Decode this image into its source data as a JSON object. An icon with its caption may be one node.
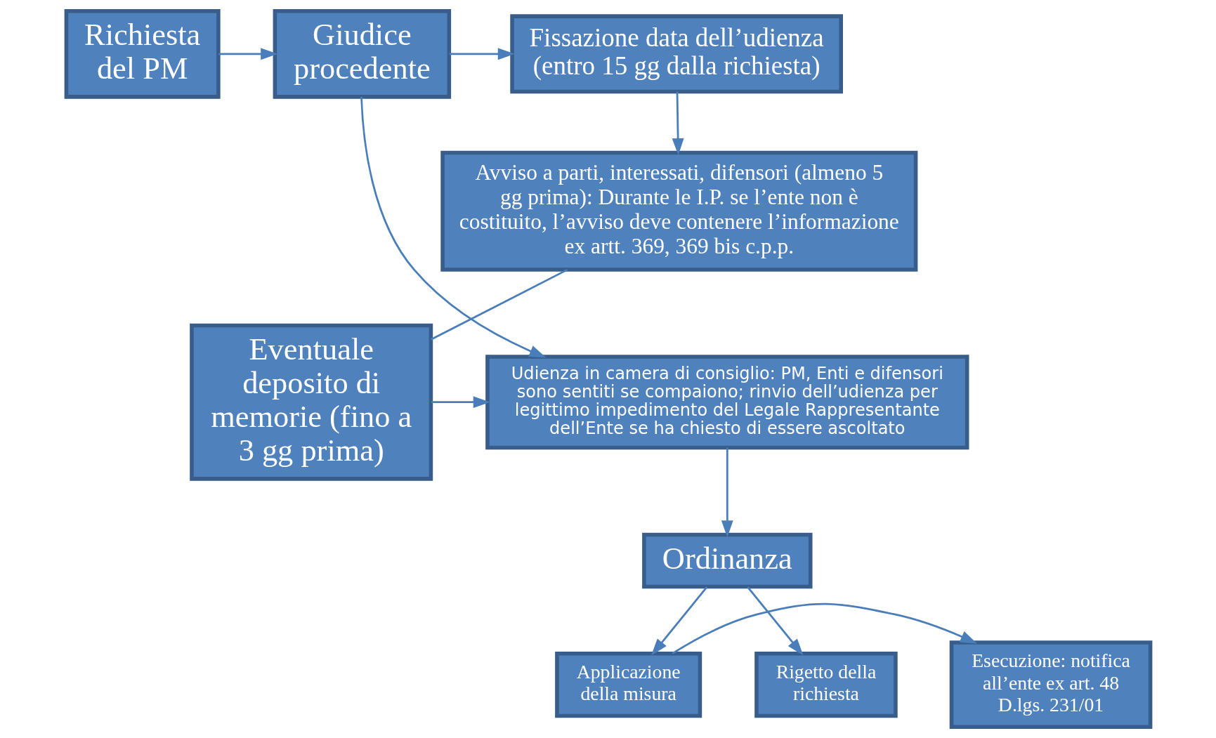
{
  "diagram": {
    "nodes": [
      {
        "text": [
          "Richiesta del PM"
        ]
      },
      {
        "text": [
          "Giudice procedente"
        ]
      },
      {
        "text": [
          "Fissazione data dell’udienza (entro 15 gg dalla richiesta)"
        ]
      },
      {
        "text": [
          "Avviso a parti, interessati, difensori (almeno 5 gg prima): Durante le I.P. se l’ente non è costituito, l’avviso deve contenere l’informazione ex artt. 369, 369 bis c.p.p."
        ]
      },
      {
        "text": [
          "Udienza in camera di consiglio: PM, Enti e difensori sono sentiti se compaiono; rinvio dell’udienza per legittimo impedimento del Legale Rappresentante dell’Ente se ha chiesto di essere ascoltato"
        ]
      },
      {
        "text": [
          "Eventuale deposito di memorie (fino a 3 gg prima)"
        ]
      },
      {
        "text": [
          "Ordinanza"
        ]
      },
      {
        "text": [
          "Rigetto della richiesta"
        ]
      },
      {
        "text": [
          "Applicazione della misura"
        ]
      },
      {
        "text": [
          "Esecuzione: notifica all’ente ex art. 48 D.lgs. 231/01"
        ]
      }
    ],
    "edges": [
      {
        "from": 0,
        "to": 1,
        "arrow": "to"
      },
      {
        "from": 1,
        "to": 2,
        "arrow": "to"
      },
      {
        "from": 2,
        "to": 3,
        "arrow": "to"
      },
      {
        "from": 1,
        "to": 4,
        "arrow": "to"
      },
      {
        "from": 3,
        "to": 5,
        "arrow": "none"
      },
      {
        "from": 5,
        "to": 4,
        "arrow": "to"
      },
      {
        "from": 4,
        "to": 6,
        "arrow": "to"
      },
      {
        "from": 6,
        "to": 7,
        "arrow": "to"
      },
      {
        "from": 6,
        "to": 8,
        "arrow": "to"
      },
      {
        "from": 8,
        "to": 9,
        "arrow": "to"
      }
    ]
  }
}
